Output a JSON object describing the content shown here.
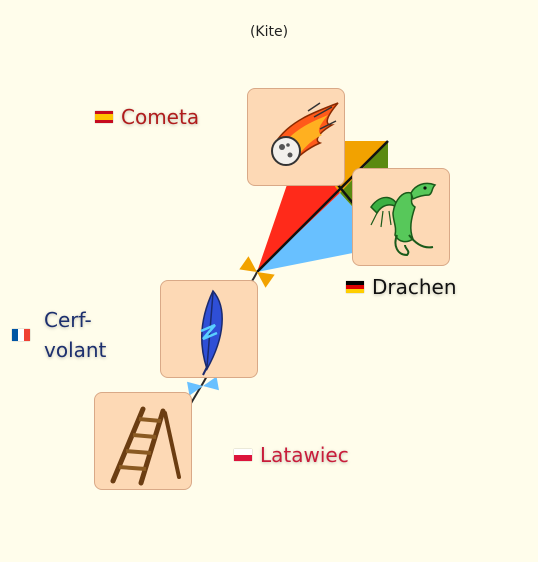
{
  "title": "(Kite)",
  "labels": {
    "es": {
      "text": "Cometa",
      "color": "#b01c1c"
    },
    "de": {
      "text": "Drachen",
      "color": "#111111"
    },
    "fr": {
      "line1": "Cerf-",
      "line2": "volant",
      "color": "#1c2f6e"
    },
    "pl": {
      "text": "Latawiec",
      "color": "#c81c3a"
    }
  },
  "icons": [
    "comet-icon",
    "dragon-icon",
    "feather-icon",
    "ladder-icon"
  ],
  "colors": {
    "background": "#fffdeb",
    "card": "#fdd9b5",
    "kite_red": "#ff2a1a",
    "kite_orange": "#f2a200",
    "kite_green": "#5a8a10",
    "kite_blue": "#68c0ff",
    "bow_orange": "#f2a200",
    "bow_olive": "#8a8a10",
    "bow_blue": "#68c0ff",
    "bow_red": "#ff2a1a"
  }
}
